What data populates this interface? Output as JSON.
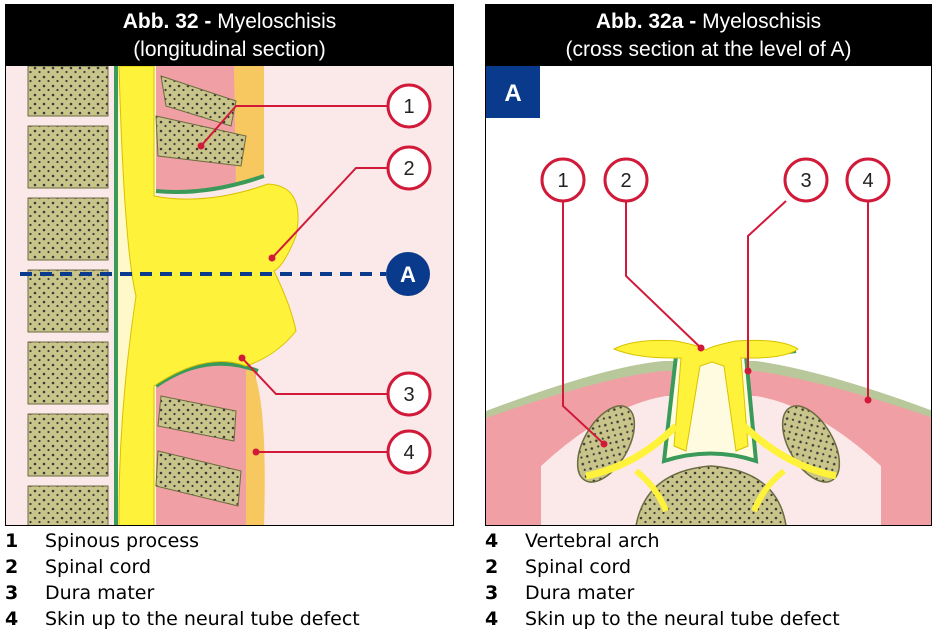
{
  "left_panel": {
    "title_bold": "Abb. 32 -",
    "title_rest": "Myeloschisis",
    "subtitle": "(longitudinal section)",
    "marker_A": "A",
    "callouts": [
      "1",
      "2",
      "3",
      "4"
    ]
  },
  "right_panel": {
    "title_bold": "Abb. 32a -",
    "title_rest": "Myeloschisis",
    "subtitle": "(cross section at the level of A)",
    "corner_badge": "A",
    "callouts": [
      "1",
      "2",
      "3",
      "4"
    ]
  },
  "left_legend": [
    {
      "num": "1",
      "text": "Spinous process"
    },
    {
      "num": "2",
      "text": "Spinal cord"
    },
    {
      "num": "3",
      "text": "Dura mater"
    },
    {
      "num": "4",
      "text": "Skin up to the neural tube defect"
    }
  ],
  "right_legend": [
    {
      "num": "4",
      "text": "Vertebral arch"
    },
    {
      "num": "2",
      "text": "Spinal cord"
    },
    {
      "num": "3",
      "text": "Dura mater"
    },
    {
      "num": "4",
      "text": "Skin up to the neural tube defect"
    }
  ],
  "colors": {
    "cord_yellow": "#fff23a",
    "dura_green": "#3a9a5a",
    "bone_olive": "#c9c48a",
    "muscle_pink": "#f0a0a4",
    "skin_orange": "#f8c860",
    "callout_red": "#d11a3a",
    "marker_blue": "#003a8c"
  }
}
